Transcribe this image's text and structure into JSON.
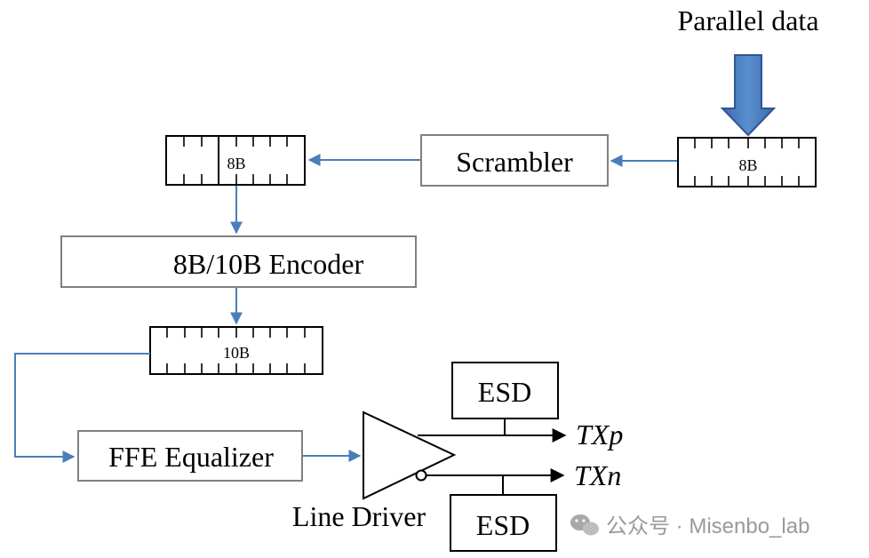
{
  "top_label": "Parallel data",
  "blocks": {
    "scrambler": "Scrambler",
    "encoder": "8B/10B Encoder",
    "ffe": "FFE Equalizer",
    "esd_top": "ESD",
    "esd_bottom": "ESD",
    "line_driver": "Line Driver"
  },
  "registers": {
    "input_8b": "8B",
    "scrambled_8b": "8B",
    "encoded_10b": "10B"
  },
  "outputs": {
    "txp": "TXp",
    "txn": "TXn"
  },
  "watermark": {
    "text": "公众号 · Misenbo_lab"
  },
  "colors": {
    "flow_arrow": "#4a7ebb",
    "outline": "#000000",
    "box_border": "#808080",
    "parallel_arrow": "#4a7ebb",
    "watermark": "#9a9a9a"
  }
}
